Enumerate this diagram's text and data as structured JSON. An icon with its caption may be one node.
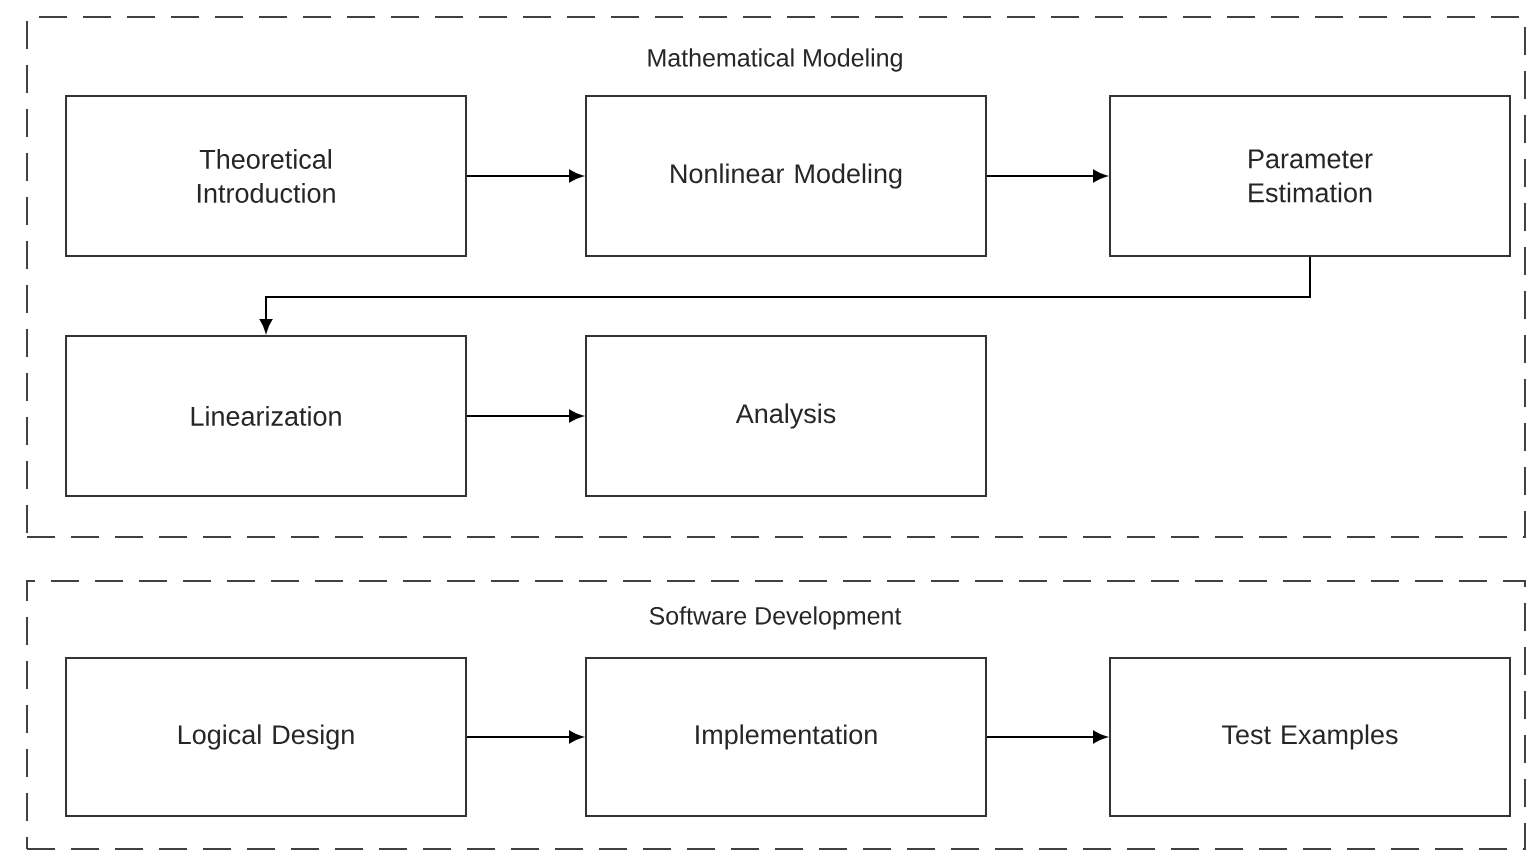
{
  "diagram": {
    "nodes": [
      {
        "text": [
          "Mathematical Modeling"
        ]
      },
      {
        "text": [
          "Theoretical Introduction"
        ],
        "in": 0
      },
      {
        "text": [
          "Nonlinear Modeling"
        ],
        "in": 0
      },
      {
        "text": [
          "Parameter Estimation"
        ],
        "in": 0
      },
      {
        "text": [
          "Linearization"
        ],
        "in": 0
      },
      {
        "text": [
          "Analysis"
        ],
        "in": 0
      },
      {
        "text": [
          "Software Development"
        ]
      },
      {
        "text": [
          "Logical Design"
        ],
        "in": 6
      },
      {
        "text": [
          "Implementation"
        ],
        "in": 6
      },
      {
        "text": [
          "Test Examples"
        ],
        "in": 6
      }
    ],
    "edges": [
      {
        "from": 1,
        "to": 2,
        "arrow": "to"
      },
      {
        "from": 2,
        "to": 3,
        "arrow": "to"
      },
      {
        "from": 3,
        "to": 4,
        "arrow": "to"
      },
      {
        "from": 4,
        "to": 5,
        "arrow": "to"
      },
      {
        "from": 7,
        "to": 8,
        "arrow": "to"
      },
      {
        "from": 8,
        "to": 9,
        "arrow": "to"
      }
    ]
  }
}
